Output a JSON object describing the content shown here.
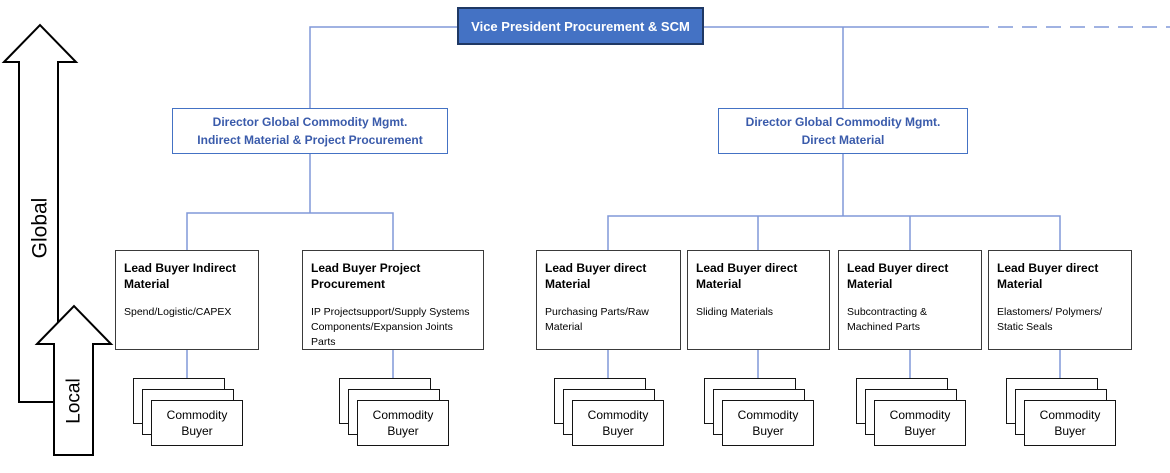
{
  "vp": {
    "title": "Vice President Procurement & SCM"
  },
  "directors": {
    "indirect": {
      "line1": "Director Global Commodity Mgmt.",
      "line2": "Indirect Material & Project Procurement"
    },
    "direct": {
      "line1": "Director Global Commodity Mgmt.",
      "line2": "Direct Material"
    }
  },
  "lead_buyers": [
    {
      "title": "Lead Buyer Indirect Material",
      "subtitle": "Spend/Logistic/CAPEX"
    },
    {
      "title": "Lead Buyer Project Procurement",
      "subtitle": "IP Projectsupport/Supply Systems Components/Expansion Joints Parts"
    },
    {
      "title": "Lead Buyer direct Material",
      "subtitle": "Purchasing Parts/Raw Material"
    },
    {
      "title": "Lead Buyer direct Material",
      "subtitle": "Sliding Materials"
    },
    {
      "title": "Lead Buyer direct Material",
      "subtitle": "Subcontracting & Machined Parts"
    },
    {
      "title": "Lead Buyer direct Material",
      "subtitle": "Elastomers/ Polymers/ Static Seals"
    }
  ],
  "commodity_buyer": {
    "label": "Commodity Buyer"
  },
  "axis": {
    "global_label": "Global",
    "local_label": "Local"
  },
  "colors": {
    "vp_fill": "#4472C4",
    "vp_border": "#1F3864",
    "vp_text": "#FFFFFF",
    "director_border": "#4472C4",
    "director_text": "#3A5BAB",
    "connector_blue": "#8098D8",
    "lead_box_border": "#3A3A3A",
    "card_border": "#141414",
    "arrow_stroke": "#000000"
  }
}
